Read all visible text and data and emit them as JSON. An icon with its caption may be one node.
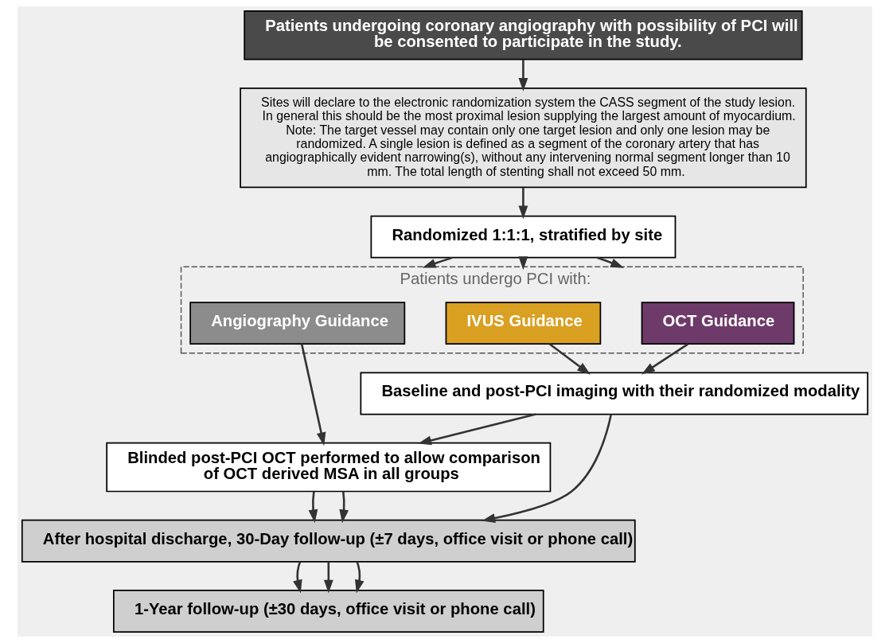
{
  "diagram": {
    "nodes": [
      {
        "text": [
          "Patients undergoing coronary angiography with possibility of PCI will be consented to participate in the study."
        ]
      },
      {
        "text": [
          "Sites will declare to the electronic randomization system the CASS segment of the study lesion. In general this should be the most proximal lesion supplying the largest amount of myocardium. Note: The target vessel may contain only one target lesion and only one lesion may be randomized. A single lesion is defined as a segment of the coronary artery that has angiographically evident narrowing(s), without any intervening normal segment longer than 10 mm. The total length of stenting shall not exceed 50 mm."
        ]
      },
      {
        "text": [
          "Randomized 1:1:1, stratified by site"
        ]
      },
      {
        "text": [
          "Patients undergo PCI with:"
        ]
      },
      {
        "text": [
          "OCT Guidance"
        ],
        "in": 3
      },
      {
        "text": [
          "IVUS Guidance"
        ],
        "in": 3
      },
      {
        "text": [
          "Angiography Guidance"
        ],
        "in": 3
      },
      {
        "text": [
          "Baseline and post-PCI imaging with their randomized modality"
        ]
      },
      {
        "text": [
          "Blinded post-PCI OCT performed to allow comparison of OCT derived MSA in all groups"
        ]
      },
      {
        "text": [
          "After hospital discharge, 30-Day follow-up (±7 days, office visit or phone call)"
        ]
      },
      {
        "text": [
          "1-Year follow-up (±30 days, office visit or phone call)"
        ]
      }
    ],
    "edges": [
      {
        "from": 0,
        "to": 1,
        "arrow": "to"
      },
      {
        "from": 1,
        "to": 2,
        "arrow": "to"
      },
      {
        "from": 2,
        "to": 3,
        "arrow": "to"
      },
      {
        "from": 2,
        "to": 3,
        "arrow": "to"
      },
      {
        "from": 2,
        "to": 3,
        "arrow": "to"
      },
      {
        "from": 4,
        "to": 7,
        "arrow": "to"
      },
      {
        "from": 5,
        "to": 7,
        "arrow": "to"
      },
      {
        "from": 7,
        "to": 8,
        "arrow": "to"
      },
      {
        "from": 6,
        "to": 8,
        "arrow": "to"
      },
      {
        "from": 7,
        "to": 9,
        "arrow": "to"
      },
      {
        "from": 8,
        "to": 9,
        "arrow": "to"
      },
      {
        "from": 8,
        "to": 9,
        "arrow": "to"
      },
      {
        "from": 9,
        "to": 10,
        "arrow": "to"
      },
      {
        "from": 9,
        "to": 10,
        "arrow": "to"
      },
      {
        "from": 9,
        "to": 10,
        "arrow": "to"
      }
    ]
  }
}
